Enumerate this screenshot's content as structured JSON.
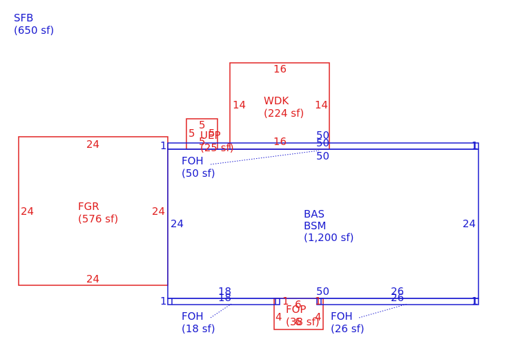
{
  "header": {
    "summary_label": "SFB",
    "summary_area": "(650 sf)"
  },
  "areas": {
    "wdk": {
      "code": "WDK",
      "area": "(224 sf)",
      "top": "16",
      "bottom": "16",
      "left": "14",
      "right": "14"
    },
    "fgr": {
      "code": "FGR",
      "area": "(576 sf)",
      "top": "24",
      "bottom": "24",
      "left": "24",
      "right": "24"
    },
    "uep": {
      "code": "UEP",
      "area": "(25 sf)",
      "top": "5",
      "left": "5",
      "right": "5",
      "bottom": "5"
    },
    "bas": {
      "code1": "BAS",
      "code2": "BSM",
      "area": "(1,200 sf)",
      "left": "24",
      "right": "24",
      "top": "50",
      "bottom": "50"
    },
    "foh_top": {
      "code": "FOH",
      "area": "(50 sf)",
      "dim1": "50",
      "dim2": "50",
      "left": "1",
      "right": "1"
    },
    "foh_bl": {
      "code": "FOH",
      "area": "(18 sf)",
      "dim1": "18",
      "dim2": "18",
      "left": "1"
    },
    "foh_br": {
      "code": "FOH",
      "area": "(26 sf)",
      "dim1": "26",
      "dim2": "26",
      "right": "1"
    },
    "fop": {
      "code": "FOP",
      "area": "(38 sf)",
      "top": "6",
      "left": "4",
      "right": "4",
      "bottom": "6",
      "t1": "1",
      "t2": "1"
    }
  },
  "colors": {
    "red": "#e02020",
    "blue": "#1a1ad0"
  }
}
